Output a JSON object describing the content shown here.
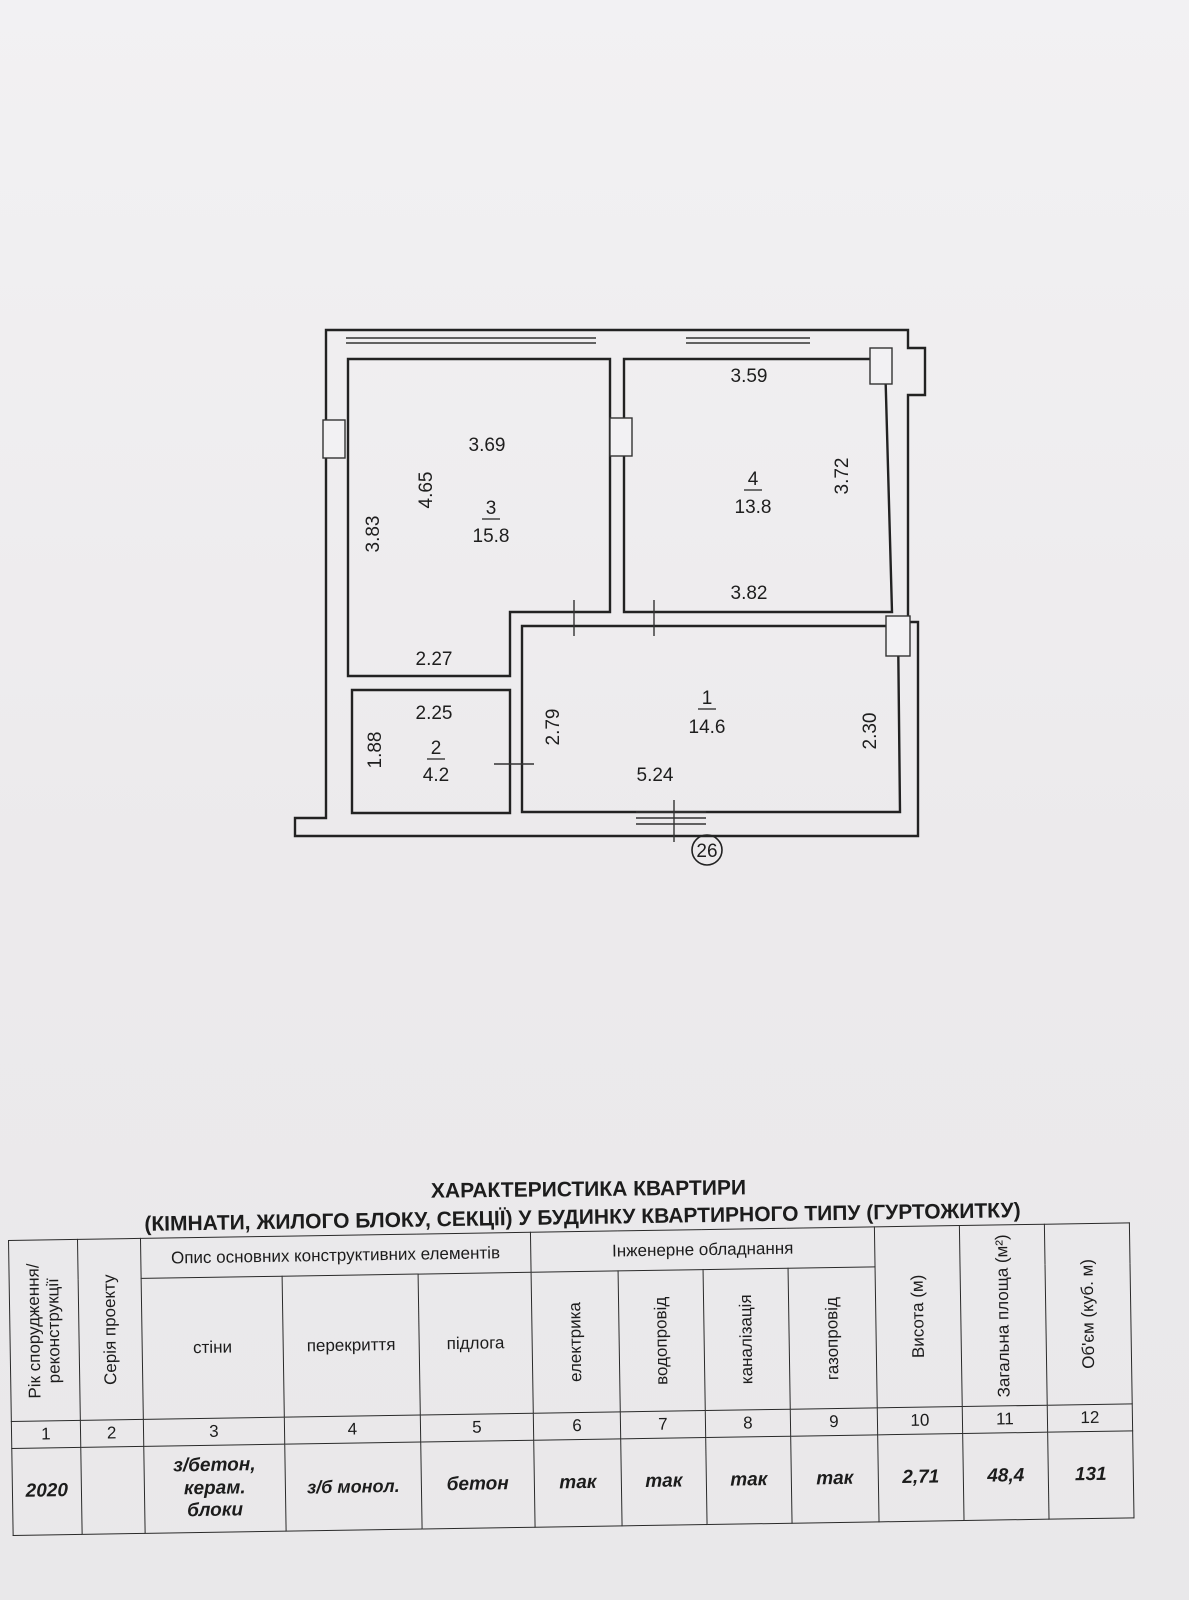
{
  "plan": {
    "rooms": [
      {
        "number": "3",
        "area": "15.8",
        "dims": [
          "3.69",
          "4.65",
          "3.83",
          "2.27"
        ]
      },
      {
        "number": "4",
        "area": "13.8",
        "dims": [
          "3.59",
          "3.72",
          "3.82"
        ]
      },
      {
        "number": "2",
        "area": "4.2",
        "dims": [
          "2.25",
          "1.88"
        ]
      },
      {
        "number": "1",
        "area": "14.6",
        "dims": [
          "2.79",
          "5.24",
          "2.30"
        ]
      }
    ],
    "axis_marker": "26"
  },
  "title": {
    "line1": "ХАРАКТЕРИСТИКА КВАРТИРИ",
    "line2": "(КІМНАТИ, ЖИЛОГО БЛОКУ, СЕКЦІЇ) У БУДИНКУ КВАРТИРНОГО ТИПУ (ГУРТОЖИТКУ)"
  },
  "table": {
    "headers": {
      "year": "Рік спорудження/ реконструкції",
      "series": "Серія проекту",
      "structural_group": "Опис основних конструктивних елементів",
      "walls": "стіни",
      "floors_slab": "перекриття",
      "floor": "підлога",
      "engineering_group": "Інженерне обладнання",
      "electricity": "електрика",
      "water": "водопровід",
      "sewer": "каналізація",
      "gas": "газопровід",
      "height": "Висота (м)",
      "total_area": "Загальна площа (м²)",
      "volume": "Об'єм (куб. м)"
    },
    "column_numbers": [
      "1",
      "2",
      "3",
      "4",
      "5",
      "6",
      "7",
      "8",
      "9",
      "10",
      "11",
      "12"
    ],
    "values": {
      "year": "2020",
      "series": "",
      "walls": "з/бетон, керам. блоки",
      "floors_slab": "з/б монол.",
      "floor": "бетон",
      "electricity": "так",
      "water": "так",
      "sewer": "так",
      "gas": "так",
      "height": "2,71",
      "total_area": "48,4",
      "volume": "131"
    }
  }
}
